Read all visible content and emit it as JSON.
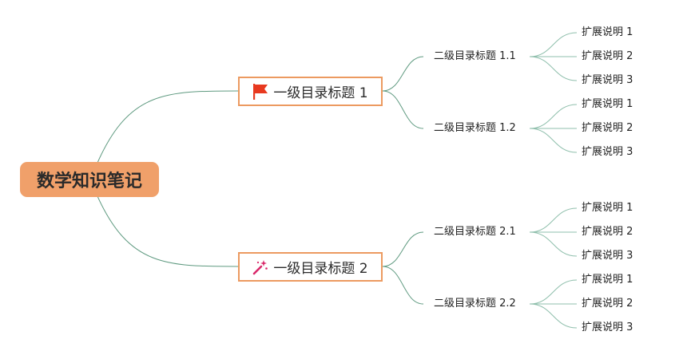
{
  "root": {
    "label": "数学知识笔记",
    "color": "#f0a06a"
  },
  "branches": [
    {
      "label": "一级目录标题 1",
      "icon": "red-flag-icon",
      "children": [
        {
          "label": "二级目录标题 1.1",
          "items": [
            "扩展说明 1",
            "扩展说明 2",
            "扩展说明 3"
          ]
        },
        {
          "label": "二级目录标题 1.2",
          "items": [
            "扩展说明 1",
            "扩展说明 2",
            "扩展说明 3"
          ]
        }
      ]
    },
    {
      "label": "一级目录标题 2",
      "icon": "magic-wand-icon",
      "children": [
        {
          "label": "二级目录标题 2.1",
          "items": [
            "扩展说明 1",
            "扩展说明 2",
            "扩展说明 3"
          ]
        },
        {
          "label": "二级目录标题 2.2",
          "items": [
            "扩展说明 1",
            "扩展说明 2",
            "扩展说明 3"
          ]
        }
      ]
    }
  ],
  "colors": {
    "connector": "#5f9a80",
    "branch_border": "#ec9a60",
    "flag": "#e8391f",
    "wand": "#d9286a"
  }
}
